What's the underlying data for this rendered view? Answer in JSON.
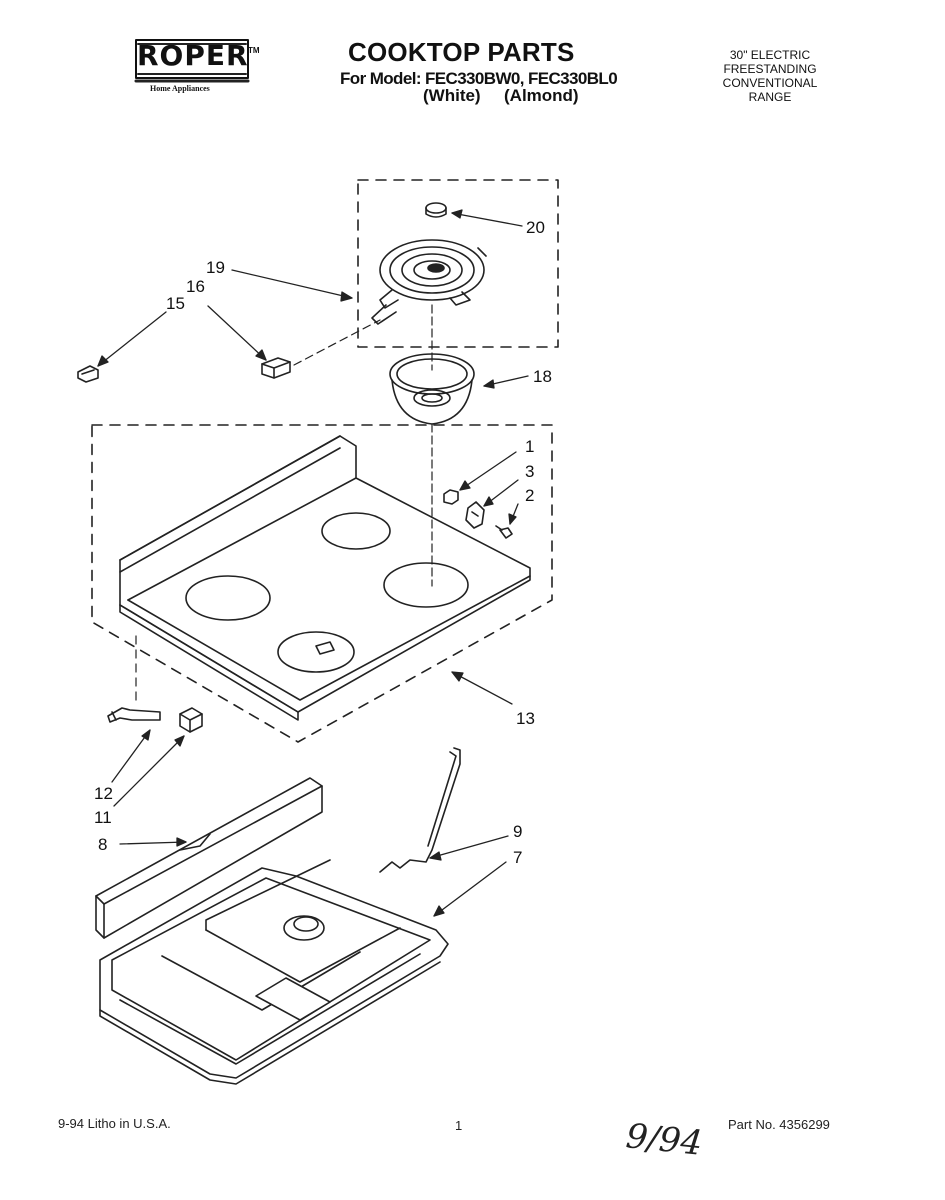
{
  "brand": {
    "name": "ROPER",
    "trademark": "TM",
    "subtitle": "Home Appliances"
  },
  "header": {
    "title": "COOKTOP PARTS",
    "model_line": "For Model: FEC330BW0, FEC330BL0",
    "variants": [
      "(White)",
      "(Almond)"
    ]
  },
  "spec": [
    "30\" ELECTRIC",
    "FREESTANDING",
    "CONVENTIONAL",
    "RANGE"
  ],
  "callouts": {
    "p20": "20",
    "p19": "19",
    "p16": "16",
    "p15": "15",
    "p18": "18",
    "p1": "1",
    "p3": "3",
    "p2": "2",
    "p13": "13",
    "p12": "12",
    "p11": "11",
    "p9": "9",
    "p7": "7",
    "p8": "8"
  },
  "footer": {
    "date_litho": "9-94  Litho in U.S.A.",
    "page": "1",
    "part_no": "Part No.  4356299",
    "handwritten_date": "9/94"
  }
}
